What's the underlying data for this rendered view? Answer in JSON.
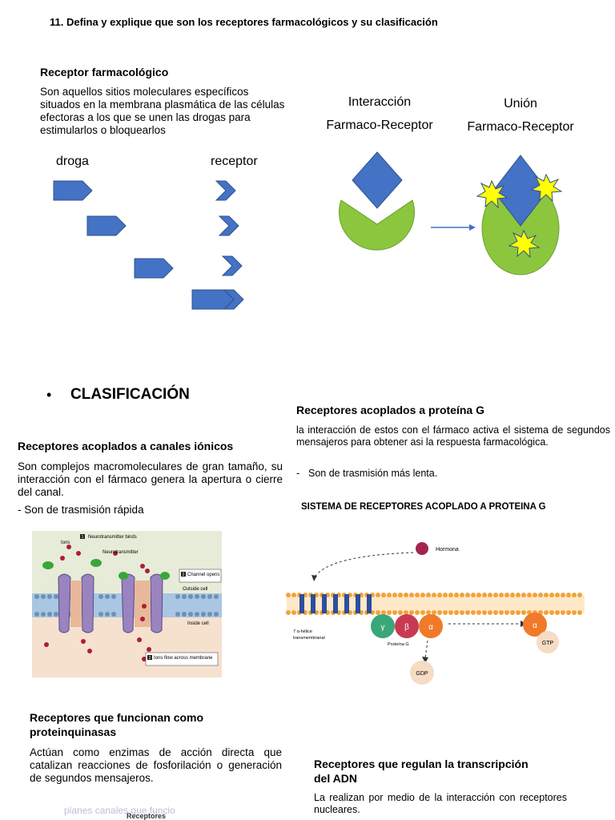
{
  "doc": {
    "title": "11. Defina y explique que son los receptores farmacológicos y su clasificación"
  },
  "receptor_section": {
    "heading": "Receptor farmacológico",
    "body": "Son aquellos sitios moleculares específicos situados en la membrana plasmática de las células efectoras a los que se unen las drogas para estimularlos o bloquearlos"
  },
  "fig_drug": {
    "label_droga": "droga",
    "label_receptor": "receptor"
  },
  "fig_interaction": {
    "label_left_1": "Interacción",
    "label_left_2": "Farmaco-Receptor",
    "label_right_1": "Unión",
    "label_right_2": "Farmaco-Receptor"
  },
  "clasificacion": {
    "bullet": "•",
    "heading": "CLASIFICACIÓN"
  },
  "canales": {
    "heading": "Receptores acoplados a canales iónicos",
    "body": "Son complejos macromoleculares de gran tamaño, su interacción con el fármaco genera la apertura o cierre del canal.",
    "note": "- Son de trasmisión rápida"
  },
  "fig_channel": {
    "tag1_num": "1",
    "tag1": "Neurotransmitter binds",
    "tag2_num": "2",
    "tag2": "Channel opens",
    "tag3_num": "3",
    "tag3": "Ions flow across membrane",
    "ions": "Ions",
    "neuro": "Neurotransmitter",
    "outside": "Outside cell",
    "inside": "Inside cell"
  },
  "proteina_g": {
    "heading": "Receptores acoplados a proteína G",
    "body": "la interacción de estos con el fármaco activa el sistema de segundos mensajeros para obtener asi la respuesta farmacológica.",
    "note_dash": "-",
    "note": "Son de trasmisión más lenta."
  },
  "fig_gprotein": {
    "title": "SISTEMA DE RECEPTORES ACOPLADO A PROTEINA G",
    "hormona": "Hormona",
    "helix_1": "7 α-hélice",
    "helix_2": "transmembranal",
    "proteina_g": "Proteína G",
    "gamma": "γ",
    "beta": "β",
    "alpha": "α",
    "gdp": "GDP",
    "gtp": "GTP"
  },
  "proteinquinasas": {
    "heading_1": "Receptores que funcionan como",
    "heading_2": "proteinquinasas",
    "body": "Actúan como enzimas de acción directa que catalizan reacciones de fosforilación o generación de segundos mensajeros."
  },
  "fig_bottom": {
    "faded": "planes canales que funcio",
    "label": "Receptores"
  },
  "transcripcion": {
    "heading_1": "Receptores que regulan la transcripción",
    "heading_2": "del ADN",
    "body": "La realizan por medio de la interacción con receptores nucleares."
  },
  "colors": {
    "blue": "#4472c4",
    "green": "#8cc63f",
    "yellow": "#ffff00"
  }
}
